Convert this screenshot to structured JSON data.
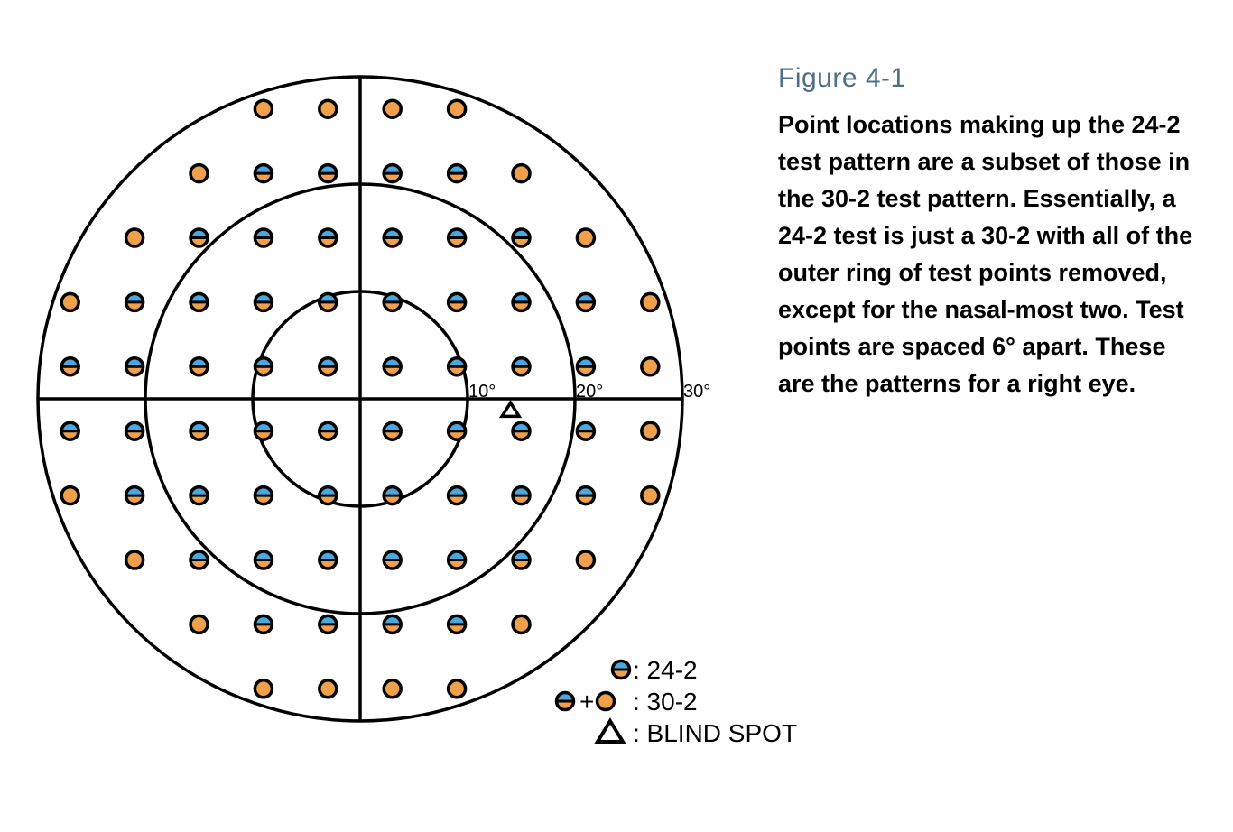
{
  "figure": {
    "label": "Figure 4-1",
    "caption": "Point locations making up the 24-2 test pattern are a subset of those in the 30-2 test pattern. Essentially, a 24-2 test is just a 30-2 with all of the outer ring of test points removed, except for the nasal-most two. Test points are spaced 6° apart. These are the patterns for a right eye."
  },
  "rings": [
    {
      "degrees": 10,
      "label": "10°"
    },
    {
      "degrees": 20,
      "label": "20°"
    },
    {
      "degrees": 30,
      "label": "30°"
    }
  ],
  "point_spacing_degrees": 6,
  "eye": "right",
  "colors": {
    "pattern_24_2_top": "#4aa8e0",
    "pattern_30_2_fill": "#f0a04b",
    "stroke": "#000000",
    "figure_label": "#4f6f85"
  },
  "test_points": [
    {
      "x": -9,
      "y": 27,
      "pattern": "30-2"
    },
    {
      "x": -3,
      "y": 27,
      "pattern": "30-2"
    },
    {
      "x": 3,
      "y": 27,
      "pattern": "30-2"
    },
    {
      "x": 9,
      "y": 27,
      "pattern": "30-2"
    },
    {
      "x": -15,
      "y": 21,
      "pattern": "30-2"
    },
    {
      "x": -9,
      "y": 21,
      "pattern": "24-2"
    },
    {
      "x": -3,
      "y": 21,
      "pattern": "24-2"
    },
    {
      "x": 3,
      "y": 21,
      "pattern": "24-2"
    },
    {
      "x": 9,
      "y": 21,
      "pattern": "24-2"
    },
    {
      "x": 15,
      "y": 21,
      "pattern": "30-2"
    },
    {
      "x": -21,
      "y": 15,
      "pattern": "30-2"
    },
    {
      "x": -15,
      "y": 15,
      "pattern": "24-2"
    },
    {
      "x": -9,
      "y": 15,
      "pattern": "24-2"
    },
    {
      "x": -3,
      "y": 15,
      "pattern": "24-2"
    },
    {
      "x": 3,
      "y": 15,
      "pattern": "24-2"
    },
    {
      "x": 9,
      "y": 15,
      "pattern": "24-2"
    },
    {
      "x": 15,
      "y": 15,
      "pattern": "24-2"
    },
    {
      "x": 21,
      "y": 15,
      "pattern": "30-2"
    },
    {
      "x": -27,
      "y": 9,
      "pattern": "30-2"
    },
    {
      "x": -21,
      "y": 9,
      "pattern": "24-2"
    },
    {
      "x": -15,
      "y": 9,
      "pattern": "24-2"
    },
    {
      "x": -9,
      "y": 9,
      "pattern": "24-2"
    },
    {
      "x": -3,
      "y": 9,
      "pattern": "24-2"
    },
    {
      "x": 3,
      "y": 9,
      "pattern": "24-2"
    },
    {
      "x": 9,
      "y": 9,
      "pattern": "24-2"
    },
    {
      "x": 15,
      "y": 9,
      "pattern": "24-2"
    },
    {
      "x": 21,
      "y": 9,
      "pattern": "24-2"
    },
    {
      "x": 27,
      "y": 9,
      "pattern": "30-2"
    },
    {
      "x": -27,
      "y": 3,
      "pattern": "24-2"
    },
    {
      "x": -21,
      "y": 3,
      "pattern": "24-2"
    },
    {
      "x": -15,
      "y": 3,
      "pattern": "24-2"
    },
    {
      "x": -9,
      "y": 3,
      "pattern": "24-2"
    },
    {
      "x": -3,
      "y": 3,
      "pattern": "24-2"
    },
    {
      "x": 3,
      "y": 3,
      "pattern": "24-2"
    },
    {
      "x": 9,
      "y": 3,
      "pattern": "24-2"
    },
    {
      "x": 15,
      "y": 3,
      "pattern": "24-2"
    },
    {
      "x": 21,
      "y": 3,
      "pattern": "24-2"
    },
    {
      "x": 27,
      "y": 3,
      "pattern": "30-2"
    },
    {
      "x": -27,
      "y": -3,
      "pattern": "24-2"
    },
    {
      "x": -21,
      "y": -3,
      "pattern": "24-2"
    },
    {
      "x": -15,
      "y": -3,
      "pattern": "24-2"
    },
    {
      "x": -9,
      "y": -3,
      "pattern": "24-2"
    },
    {
      "x": -3,
      "y": -3,
      "pattern": "24-2"
    },
    {
      "x": 3,
      "y": -3,
      "pattern": "24-2"
    },
    {
      "x": 9,
      "y": -3,
      "pattern": "24-2"
    },
    {
      "x": 15,
      "y": -3,
      "pattern": "24-2"
    },
    {
      "x": 21,
      "y": -3,
      "pattern": "24-2"
    },
    {
      "x": 27,
      "y": -3,
      "pattern": "30-2"
    },
    {
      "x": -27,
      "y": -9,
      "pattern": "30-2"
    },
    {
      "x": -21,
      "y": -9,
      "pattern": "24-2"
    },
    {
      "x": -15,
      "y": -9,
      "pattern": "24-2"
    },
    {
      "x": -9,
      "y": -9,
      "pattern": "24-2"
    },
    {
      "x": -3,
      "y": -9,
      "pattern": "24-2"
    },
    {
      "x": 3,
      "y": -9,
      "pattern": "24-2"
    },
    {
      "x": 9,
      "y": -9,
      "pattern": "24-2"
    },
    {
      "x": 15,
      "y": -9,
      "pattern": "24-2"
    },
    {
      "x": 21,
      "y": -9,
      "pattern": "24-2"
    },
    {
      "x": 27,
      "y": -9,
      "pattern": "30-2"
    },
    {
      "x": -21,
      "y": -15,
      "pattern": "30-2"
    },
    {
      "x": -15,
      "y": -15,
      "pattern": "24-2"
    },
    {
      "x": -9,
      "y": -15,
      "pattern": "24-2"
    },
    {
      "x": -3,
      "y": -15,
      "pattern": "24-2"
    },
    {
      "x": 3,
      "y": -15,
      "pattern": "24-2"
    },
    {
      "x": 9,
      "y": -15,
      "pattern": "24-2"
    },
    {
      "x": 15,
      "y": -15,
      "pattern": "24-2"
    },
    {
      "x": 21,
      "y": -15,
      "pattern": "30-2"
    },
    {
      "x": -15,
      "y": -21,
      "pattern": "30-2"
    },
    {
      "x": -9,
      "y": -21,
      "pattern": "24-2"
    },
    {
      "x": -3,
      "y": -21,
      "pattern": "24-2"
    },
    {
      "x": 3,
      "y": -21,
      "pattern": "24-2"
    },
    {
      "x": 9,
      "y": -21,
      "pattern": "24-2"
    },
    {
      "x": 15,
      "y": -21,
      "pattern": "30-2"
    },
    {
      "x": -9,
      "y": -27,
      "pattern": "30-2"
    },
    {
      "x": -3,
      "y": -27,
      "pattern": "30-2"
    },
    {
      "x": 3,
      "y": -27,
      "pattern": "30-2"
    },
    {
      "x": 9,
      "y": -27,
      "pattern": "30-2"
    }
  ],
  "blind_spot": {
    "x": 14,
    "y": -1
  },
  "legend": {
    "item_24_2": ": 24-2",
    "plus": "+",
    "item_30_2": ": 30-2",
    "item_blind_spot": ": BLIND SPOT"
  }
}
